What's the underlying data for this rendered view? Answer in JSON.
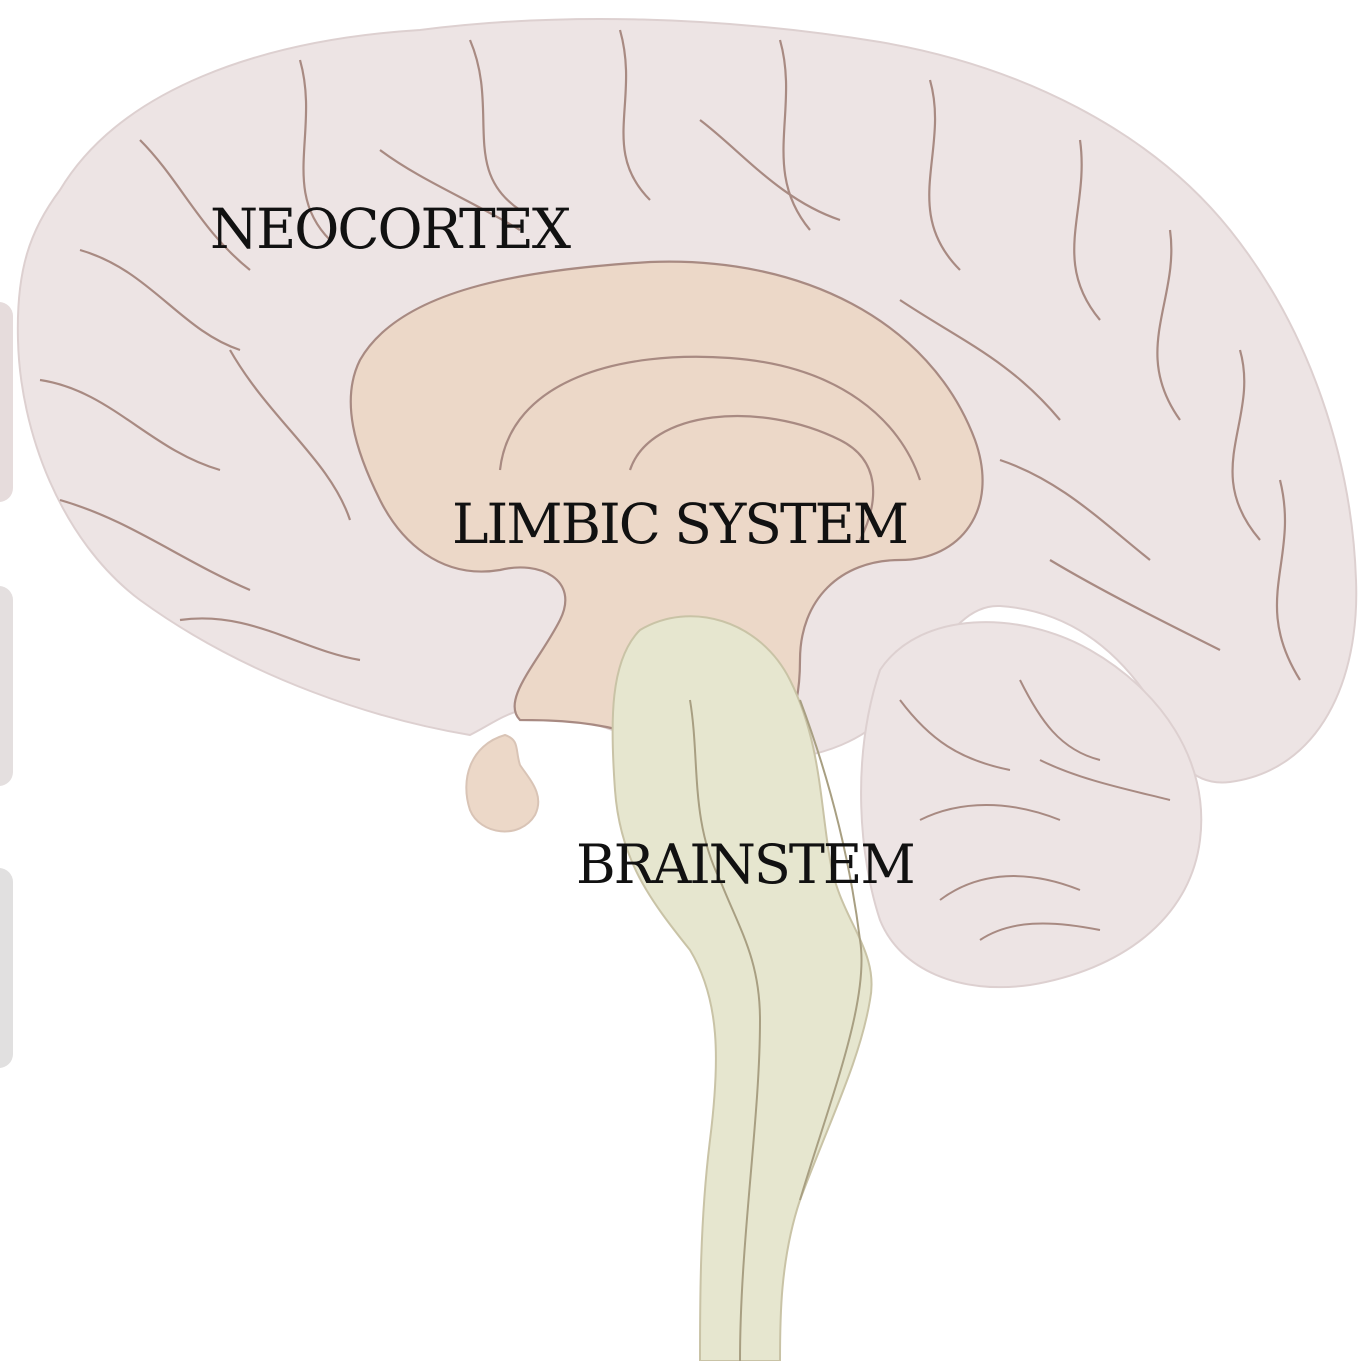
{
  "diagram": {
    "labels": {
      "neocortex": "NEOCORTEX",
      "limbic": "LIMBIC SYSTEM",
      "brainstem": "BRAINSTEM"
    },
    "colors": {
      "cortex_fill": "#ede4e4",
      "limbic_fill": "#ecd8c8",
      "brainstem_fill": "#e6e6cf",
      "outline": "#9b7f76",
      "side_tab": "#e2dcdc",
      "text": "#111111"
    }
  }
}
